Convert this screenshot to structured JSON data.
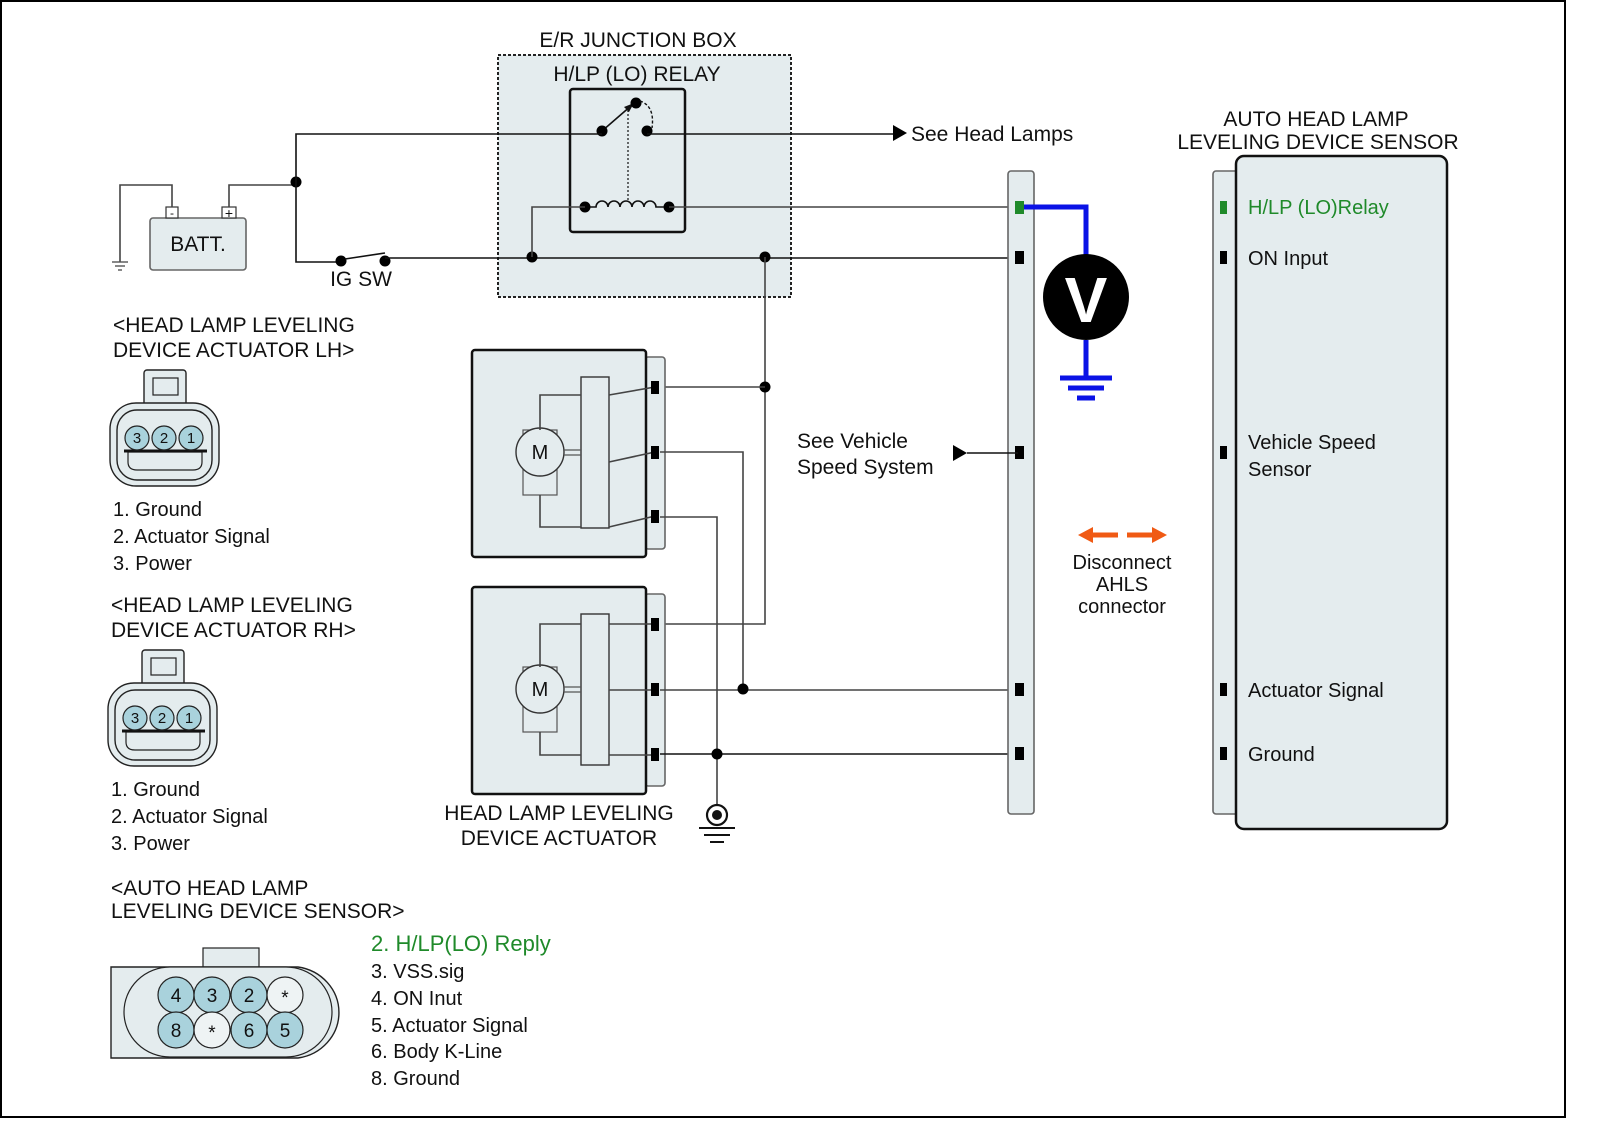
{
  "colors": {
    "highlight_green": "#1f8a2a",
    "probe_blue": "#0a12e6",
    "arrow_orange": "#f05a14",
    "component_fill": "#e4ecee",
    "pin_fill": "#a9d2dc"
  },
  "junction_box": {
    "title": "E/R JUNCTION BOX",
    "relay_label": "H/LP (LO) RELAY"
  },
  "battery": {
    "label": "BATT.",
    "neg_symbol": "-",
    "pos_symbol": "+"
  },
  "ignition_switch": {
    "label": "IG SW"
  },
  "references": {
    "head_lamps": "See Head Lamps",
    "vehicle_speed_line1": "See Vehicle",
    "vehicle_speed_line2": "Speed System"
  },
  "voltmeter": {
    "symbol": "V"
  },
  "motor_symbol": "M",
  "actuator_label": {
    "line1": "HEAD LAMP LEVELING",
    "line2": "DEVICE ACTUATOR"
  },
  "disconnect_note": {
    "line1": "Disconnect",
    "line2": "AHLS",
    "line3": "connector"
  },
  "sensor": {
    "title_line1": "AUTO HEAD LAMP",
    "title_line2": "LEVELING DEVICE SENSOR",
    "pins": [
      {
        "label": "H/LP (LO)Relay",
        "highlight": true
      },
      {
        "label": "ON Input",
        "highlight": false
      },
      {
        "label_line1": "Vehicle Speed",
        "label_line2": "Sensor",
        "highlight": false
      },
      {
        "label": "Actuator Signal",
        "highlight": false
      },
      {
        "label": "Ground",
        "highlight": false
      }
    ]
  },
  "connector_lh": {
    "title_line1": "<HEAD LAMP LEVELING",
    "title_line2": "DEVICE ACTUATOR LH>",
    "pin_numbers": [
      "3",
      "2",
      "1"
    ],
    "legend": [
      "1. Ground",
      "2. Actuator Signal",
      "3. Power"
    ]
  },
  "connector_rh": {
    "title_line1": "<HEAD LAMP LEVELING",
    "title_line2": "DEVICE ACTUATOR RH>",
    "pin_numbers": [
      "3",
      "2",
      "1"
    ],
    "legend": [
      "1. Ground",
      "2. Actuator Signal",
      "3. Power"
    ]
  },
  "connector_sensor": {
    "title_line1": "<AUTO HEAD LAMP",
    "title_line2": "LEVELING DEVICE SENSOR>",
    "top_row": [
      "4",
      "3",
      "2",
      "*"
    ],
    "bottom_row": [
      "8",
      "*",
      "6",
      "5"
    ],
    "legend": [
      {
        "text": "2. H/LP(LO) Reply",
        "highlight": true
      },
      {
        "text": "3. VSS.sig",
        "highlight": false
      },
      {
        "text": "4. ON Inut",
        "highlight": false
      },
      {
        "text": "5. Actuator Signal",
        "highlight": false
      },
      {
        "text": "6. Body K-Line",
        "highlight": false
      },
      {
        "text": "8. Ground",
        "highlight": false
      }
    ]
  }
}
